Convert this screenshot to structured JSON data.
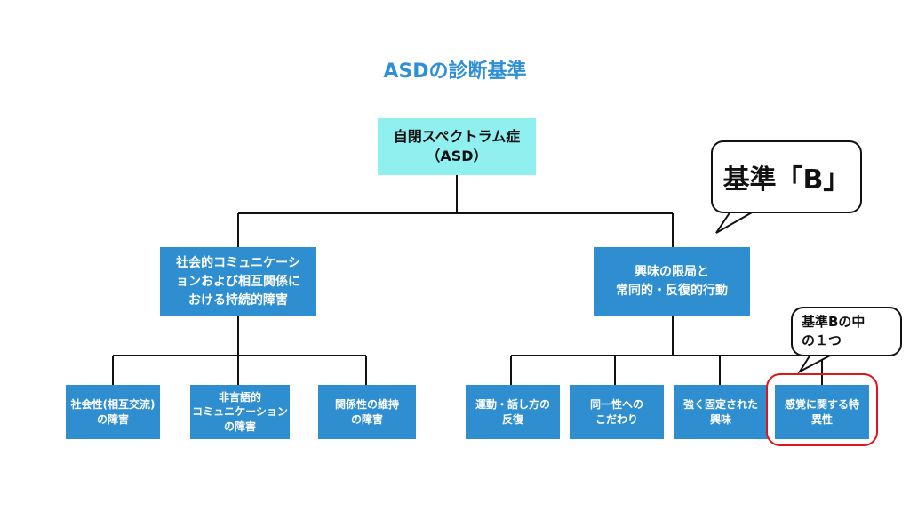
{
  "title": "ASDの診断基準",
  "root": "自閉スペクトラム症\n（ASD）",
  "branches": [
    "社会的コミュニケーシ\nョンおよび相互関係に\nおける持続的障害",
    "興味の限局と\n常同的・反復的行動"
  ],
  "leaves_left": [
    "社会性(相互交流)\nの障害",
    "非言語的\nコミュニケーション\nの障害",
    "関係性の維持\nの障害"
  ],
  "leaves_right": [
    "運動・話し方の\n反復",
    "同一性への\nこだわり",
    "強く固定された\n興味",
    "感覚に関する特\n異性"
  ],
  "callouts": {
    "criterion_b": "基準「B」",
    "one_of_b": "基準Bの中\nの１つ"
  },
  "colors": {
    "title": "#2f8fd4",
    "root_fill": "#8ff0ef",
    "box_fill": "#2e8ecf",
    "highlight": "#e0141b"
  }
}
